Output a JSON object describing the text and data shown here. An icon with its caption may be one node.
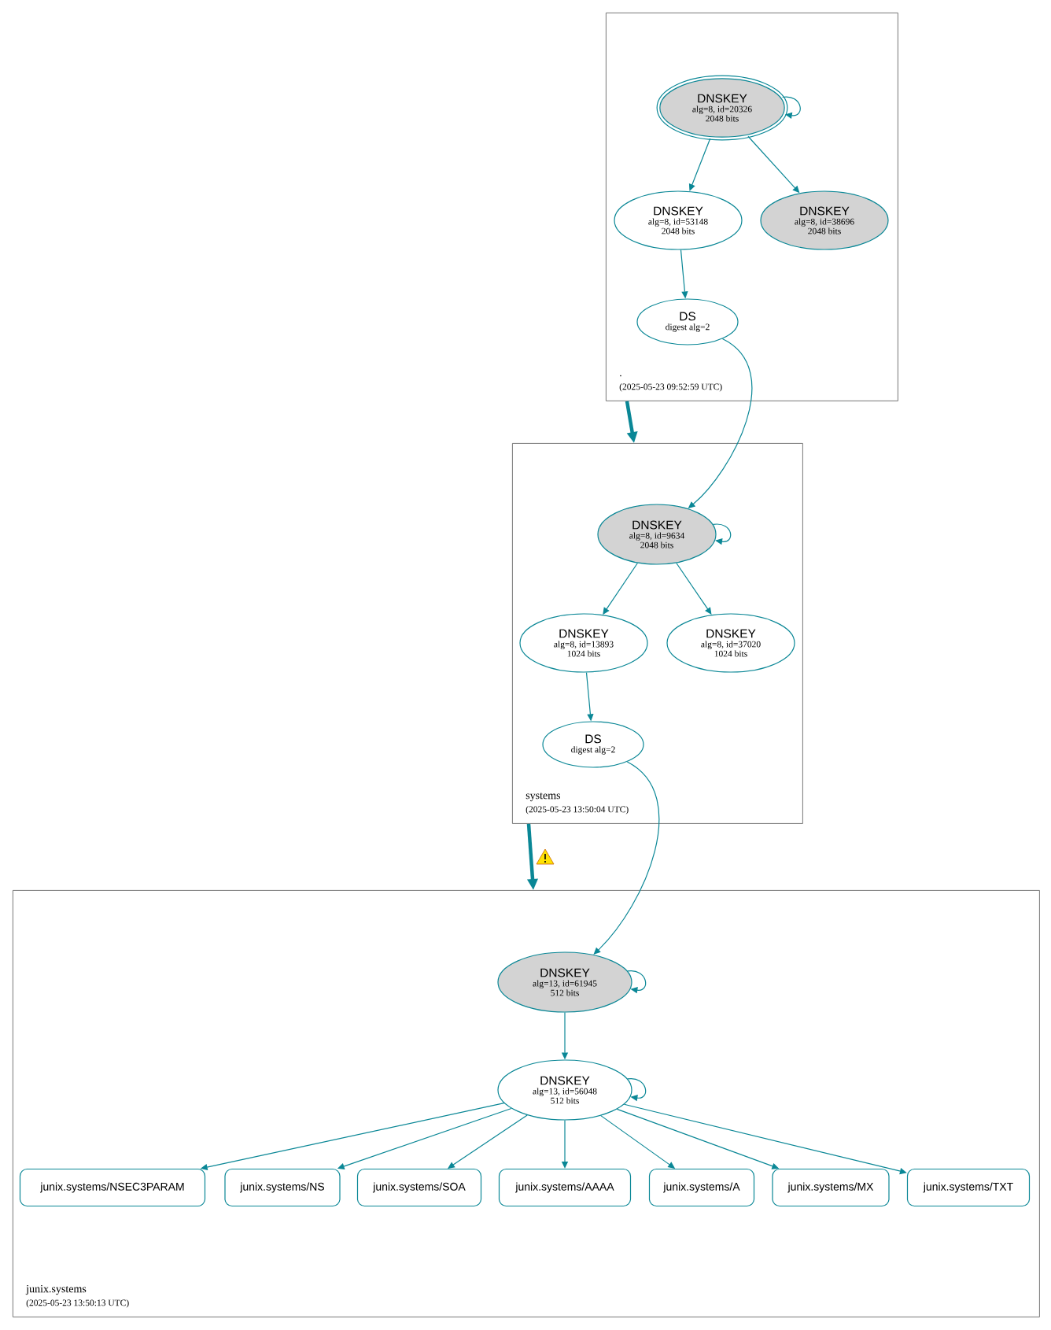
{
  "diagram": {
    "nodes": [
      {
        "text": [
          ".",
          "(2025-05-23 09:52:59 UTC)"
        ]
      },
      {
        "text": [
          "DNSKEY",
          "alg=8, id=20326",
          "2048 bits"
        ],
        "in": 0
      },
      {
        "text": [
          "DNSKEY",
          "alg=8, id=53148",
          "2048 bits"
        ],
        "in": 0
      },
      {
        "text": [
          "DNSKEY",
          "alg=8, id=38696",
          "2048 bits"
        ],
        "in": 0
      },
      {
        "text": [
          "DS",
          "digest alg=2"
        ],
        "in": 0
      },
      {
        "text": [
          "systems",
          "(2025-05-23 13:50:04 UTC)"
        ]
      },
      {
        "text": [
          "DNSKEY",
          "alg=8, id=9634",
          "2048 bits"
        ],
        "in": 5
      },
      {
        "text": [
          "DNSKEY",
          "alg=8, id=13893",
          "1024 bits"
        ],
        "in": 5
      },
      {
        "text": [
          "DNSKEY",
          "alg=8, id=37020",
          "1024 bits"
        ],
        "in": 5
      },
      {
        "text": [
          "DS",
          "digest alg=2"
        ],
        "in": 5
      },
      {
        "text": [
          "junix.systems",
          "(2025-05-23 13:50:13 UTC)"
        ]
      },
      {
        "text": [
          "DNSKEY",
          "alg=13, id=61945",
          "512 bits"
        ],
        "in": 10
      },
      {
        "text": [
          "DNSKEY",
          "alg=13, id=56048",
          "512 bits"
        ],
        "in": 10
      },
      {
        "text": [
          "junix.systems/NSEC3PARAM"
        ],
        "in": 10
      },
      {
        "text": [
          "junix.systems/NS"
        ],
        "in": 10
      },
      {
        "text": [
          "junix.systems/SOA"
        ],
        "in": 10
      },
      {
        "text": [
          "junix.systems/AAAA"
        ],
        "in": 10
      },
      {
        "text": [
          "junix.systems/A"
        ],
        "in": 10
      },
      {
        "text": [
          "junix.systems/MX"
        ],
        "in": 10
      },
      {
        "text": [
          "junix.systems/TXT"
        ],
        "in": 10
      }
    ],
    "edges": [
      {
        "from": 1,
        "to": 1,
        "arrow": "to"
      },
      {
        "from": 1,
        "to": 2,
        "arrow": "to"
      },
      {
        "from": 1,
        "to": 3,
        "arrow": "to"
      },
      {
        "from": 2,
        "to": 4,
        "arrow": "to"
      },
      {
        "from": 0,
        "to": 5,
        "arrow": "to",
        "style": "thick"
      },
      {
        "from": 4,
        "to": 6,
        "arrow": "to"
      },
      {
        "from": 6,
        "to": 6,
        "arrow": "to"
      },
      {
        "from": 6,
        "to": 7,
        "arrow": "to"
      },
      {
        "from": 6,
        "to": 8,
        "arrow": "to"
      },
      {
        "from": 7,
        "to": 9,
        "arrow": "to"
      },
      {
        "from": 5,
        "to": 10,
        "arrow": "to",
        "style": "thick"
      },
      {
        "from": 9,
        "to": 11,
        "arrow": "to"
      },
      {
        "from": 11,
        "to": 11,
        "arrow": "to"
      },
      {
        "from": 11,
        "to": 12,
        "arrow": "to"
      },
      {
        "from": 12,
        "to": 12,
        "arrow": "to"
      },
      {
        "from": 12,
        "to": 13,
        "arrow": "to"
      },
      {
        "from": 12,
        "to": 14,
        "arrow": "to"
      },
      {
        "from": 12,
        "to": 15,
        "arrow": "to"
      },
      {
        "from": 12,
        "to": 16,
        "arrow": "to"
      },
      {
        "from": 12,
        "to": 17,
        "arrow": "to"
      },
      {
        "from": 12,
        "to": 18,
        "arrow": "to"
      },
      {
        "from": 12,
        "to": 19,
        "arrow": "to"
      }
    ]
  }
}
